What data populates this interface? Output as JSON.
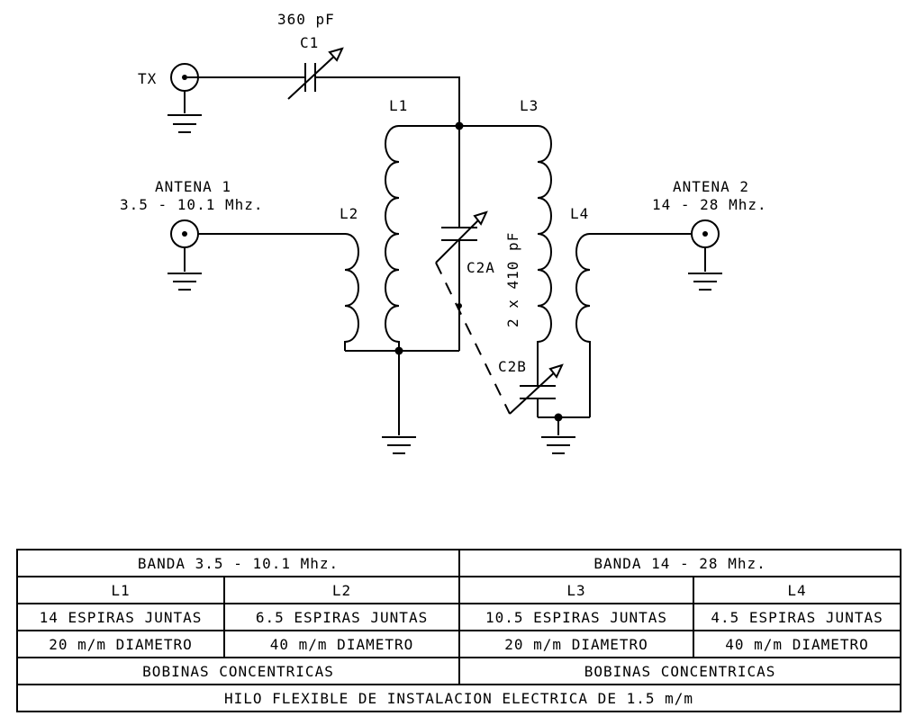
{
  "labels": {
    "c1_value": "360 pF",
    "c1": "C1",
    "tx": "TX",
    "l1": "L1",
    "l2": "L2",
    "l3": "L3",
    "l4": "L4",
    "antena1_name": "ANTENA 1",
    "antena1_band": "3.5 - 10.1 Mhz.",
    "antena2_name": "ANTENA 2",
    "antena2_band": "14 - 28 Mhz.",
    "c2a": "C2A",
    "c2b": "C2B",
    "c2_value": "2 x 410 pF"
  },
  "table": {
    "band_low": "BANDA 3.5 - 10.1 Mhz.",
    "band_high": "BANDA 14 - 28 Mhz.",
    "coils": [
      "L1",
      "L2",
      "L3",
      "L4"
    ],
    "turns": [
      "14 ESPIRAS JUNTAS",
      "6.5 ESPIRAS JUNTAS",
      "10.5 ESPIRAS JUNTAS",
      "4.5 ESPIRAS JUNTAS"
    ],
    "diameters": [
      "20 m/m DIAMETRO",
      "40 m/m DIAMETRO",
      "20 m/m DIAMETRO",
      "40 m/m DIAMETRO"
    ],
    "concentric_low": "BOBINAS CONCENTRICAS",
    "concentric_high": "BOBINAS CONCENTRICAS",
    "wire_note": "HILO FLEXIBLE DE INSTALACION ELECTRICA DE 1.5 m/m"
  }
}
